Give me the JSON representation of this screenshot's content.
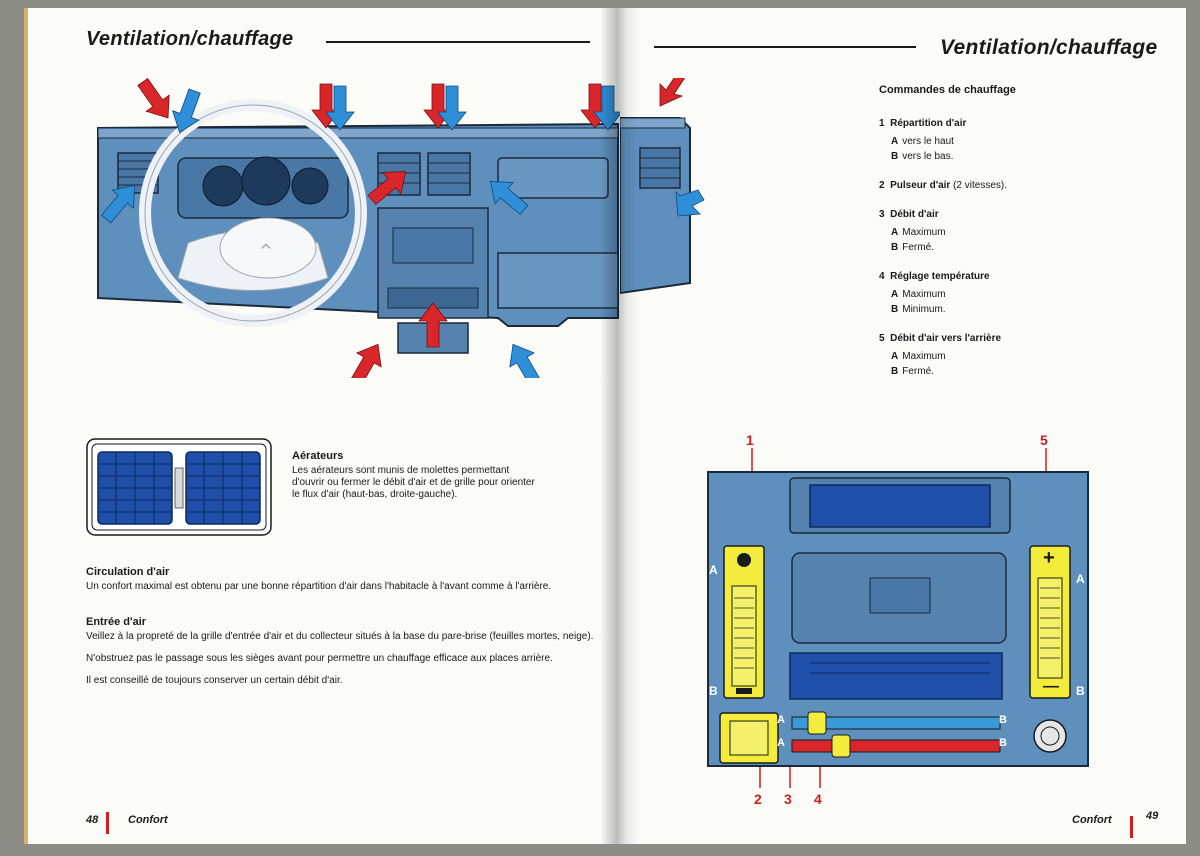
{
  "left": {
    "title": "Ventilation/chauffage",
    "aerateurs": {
      "heading": "Aérateurs",
      "text": "Les aérateurs sont munis de molettes permettant d'ouvrir ou fermer le débit d'air et de grille pour orienter le flux d'air (haut-bas, droite-gauche)."
    },
    "circulation": {
      "heading": "Circulation d'air",
      "text": "Un confort maximal est obtenu par une bonne répartition d'air dans l'habitacle à l'avant comme à l'arrière."
    },
    "entree": {
      "heading": "Entrée d'air",
      "p1": "Veillez à la propreté de la grille d'entrée d'air et du collecteur situés à la base du pare-brise (feuilles mortes, neige).",
      "p2": "N'obstruez pas le passage sous les sièges avant pour permettre un chauffage efficace aux places arrière.",
      "p3": "Il est conseillé de toujours conserver un certain débit d'air."
    },
    "footer": {
      "page": "48",
      "section": "Confort"
    }
  },
  "right": {
    "title": "Ventilation/chauffage",
    "commands_heading": "Commandes de chauffage",
    "items": [
      {
        "num": "1",
        "label": "Répartition d'air",
        "extra": "",
        "a": "vers le haut",
        "b": "vers le bas."
      },
      {
        "num": "2",
        "label": "Pulseur d'air",
        "extra": "(2 vitesses).",
        "a": "",
        "b": ""
      },
      {
        "num": "3",
        "label": "Débit d'air",
        "extra": "",
        "a": "Maximum",
        "b": "Fermé."
      },
      {
        "num": "4",
        "label": "Réglage température",
        "extra": "",
        "a": "Maximum",
        "b": "Minimum."
      },
      {
        "num": "5",
        "label": "Débit d'air vers l'arrière",
        "extra": "",
        "a": "Maximum",
        "b": "Fermé."
      }
    ],
    "letter_a": "A",
    "letter_b": "B",
    "callouts": {
      "c1": "1",
      "c2": "2",
      "c3": "3",
      "c4": "4",
      "c5": "5"
    },
    "panel_labels": {
      "plus": "+",
      "minus": "—",
      "a": "A",
      "b": "B"
    },
    "footer": {
      "page": "49",
      "section": "Confort"
    }
  },
  "colors": {
    "dash_blue": "#5f8fbd",
    "deep_blue": "#1f4fa8",
    "yellow": "#f3ec3c",
    "red_arrow": "#d8262b",
    "blue_arrow": "#2f8fd8"
  }
}
